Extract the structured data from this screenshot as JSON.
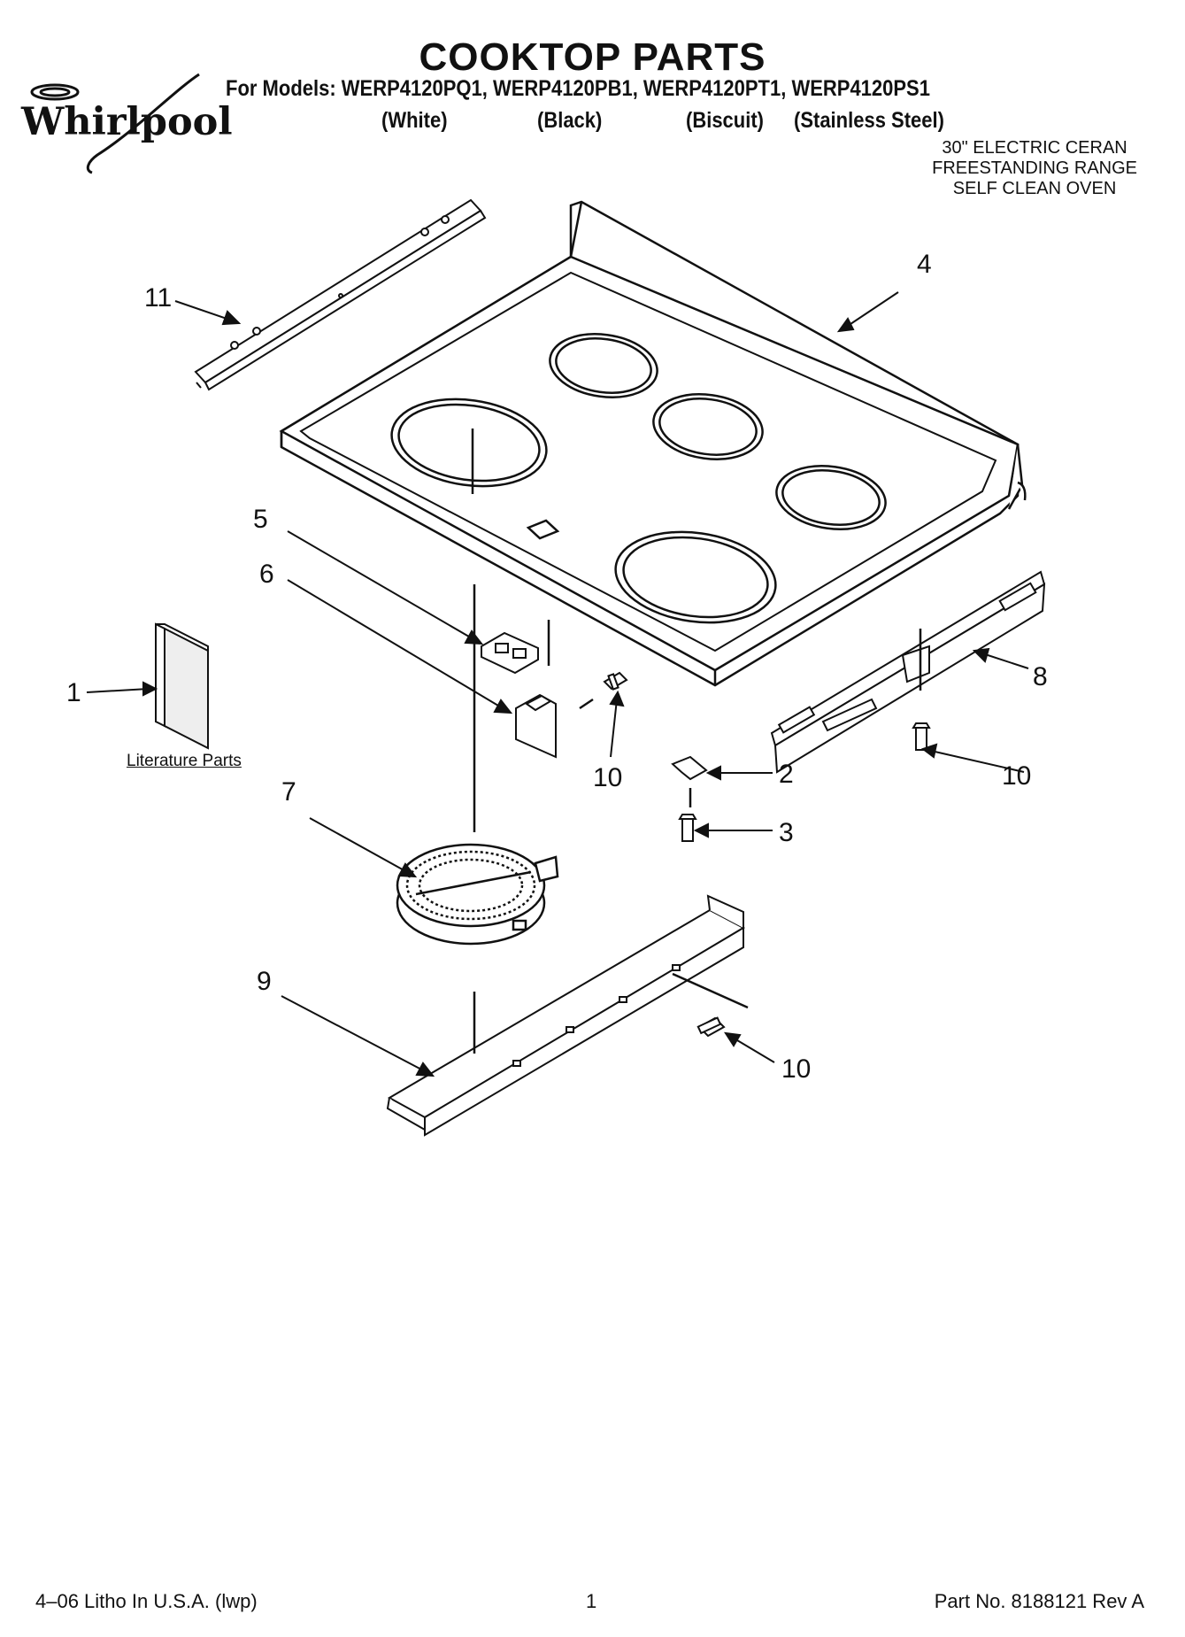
{
  "header": {
    "title": "COOKTOP PARTS",
    "models_line": "For Models: WERP4120PQ1, WERP4120PB1, WERP4120PT1, WERP4120PS1",
    "colors": [
      "(White)",
      "(Black)",
      "(Biscuit)",
      "(Stainless Steel)"
    ],
    "range_desc": [
      "30\" ELECTRIC CERAN",
      "FREESTANDING RANGE",
      "SELF CLEAN OVEN"
    ]
  },
  "logo": {
    "text": "Whirlpool"
  },
  "callouts": {
    "c1": "1",
    "c2": "2",
    "c3": "3",
    "c4": "4",
    "c5": "5",
    "c6": "6",
    "c7": "7",
    "c8": "8",
    "c9": "9",
    "c10a": "10",
    "c10b": "10",
    "c10c": "10",
    "c11": "11"
  },
  "literature_label": "Literature Parts",
  "footer": {
    "left": "4–06 Litho In U.S.A. (lwp)",
    "center": "1",
    "right": "Part No. 8188121 Rev A"
  }
}
